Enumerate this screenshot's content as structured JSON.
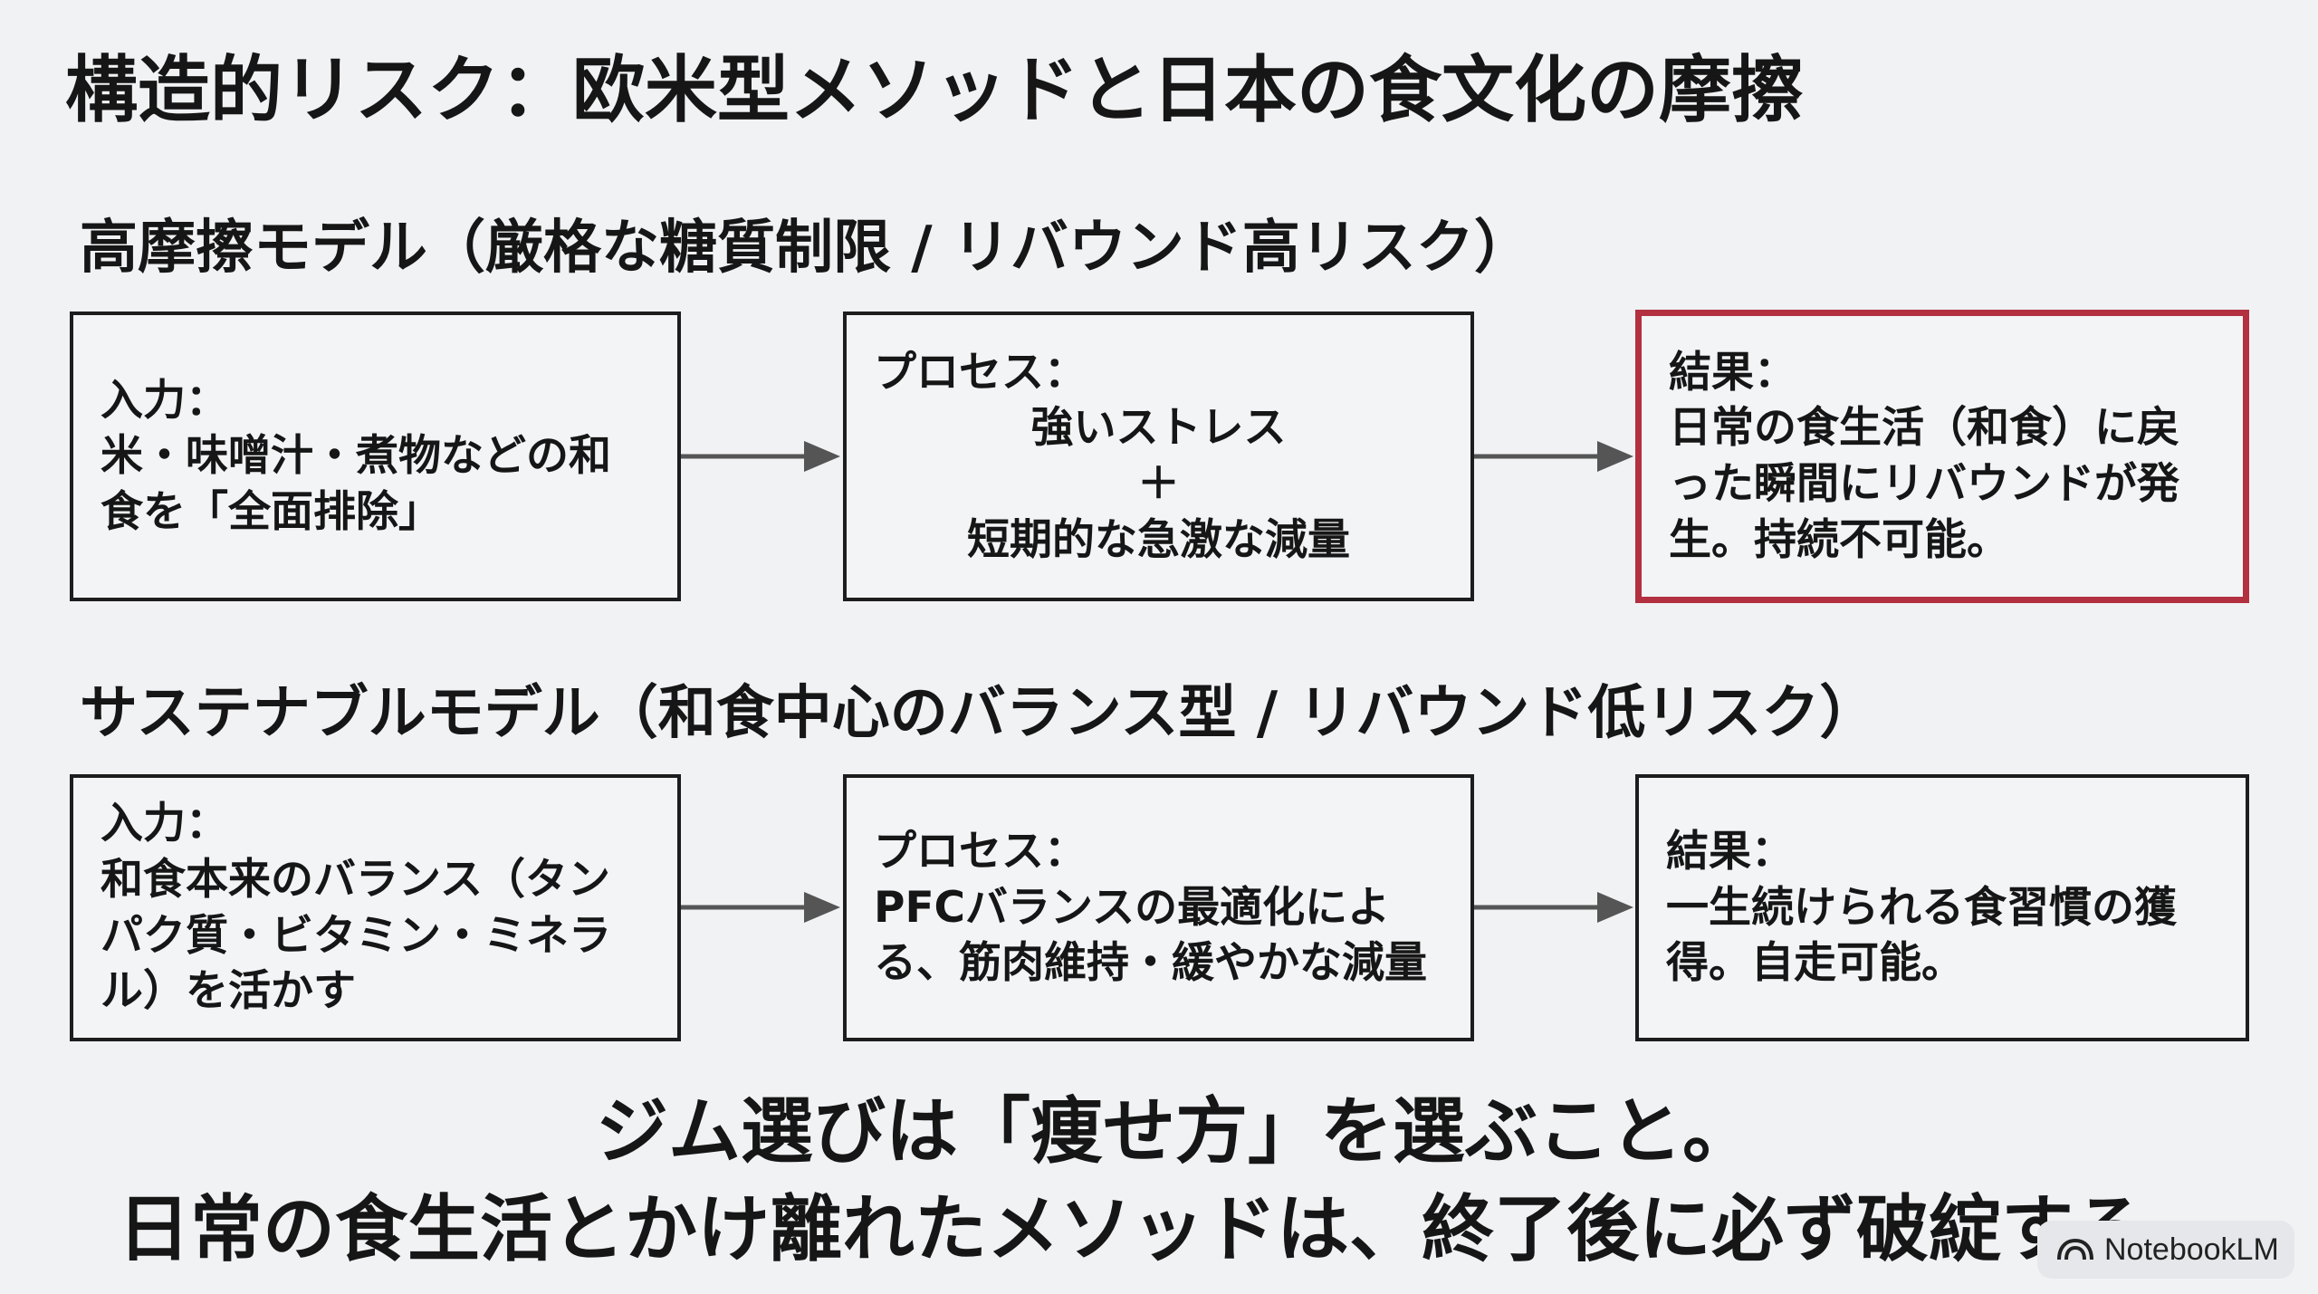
{
  "title": "構造的リスク：欧米型メソッドと日本の食文化の摩擦",
  "high_friction": {
    "heading": "高摩擦モデル（厳格な糖質制限 / リバウンド高リスク）",
    "input": {
      "label": "入力：",
      "text": "米・味噌汁・煮物などの和食を「全面排除」"
    },
    "process": {
      "label": "プロセス：",
      "line1": "強いストレス",
      "line2": "＋",
      "line3": "短期的な急激な減量"
    },
    "result": {
      "label": "結果：",
      "text": "日常の食生活（和食）に戻った瞬間にリバウンドが発生。持続不可能。"
    }
  },
  "sustainable": {
    "heading": "サステナブルモデル（和食中心のバランス型 / リバウンド低リスク）",
    "input": {
      "label": "入力：",
      "text": "和食本来のバランス（タンパク質・ビタミン・ミネラル）を活かす"
    },
    "process": {
      "label": "プロセス：",
      "text": "PFCバランスの最適化による、筋肉維持・緩やかな減量"
    },
    "result": {
      "label": "結果：",
      "text": "一生続けられる食習慣の獲得。自走可能。"
    }
  },
  "conclusion": {
    "line1": "ジム選びは「痩せ方」を選ぶこと。",
    "line2": "日常の食生活とかけ離れたメソッドは、終了後に必ず破綻する。"
  },
  "watermark": {
    "label": "NotebookLM"
  },
  "colors": {
    "background": "#f1f2f4",
    "border": "#1d1d1d",
    "highlight_border": "#b2303f",
    "arrow": "#555555"
  }
}
